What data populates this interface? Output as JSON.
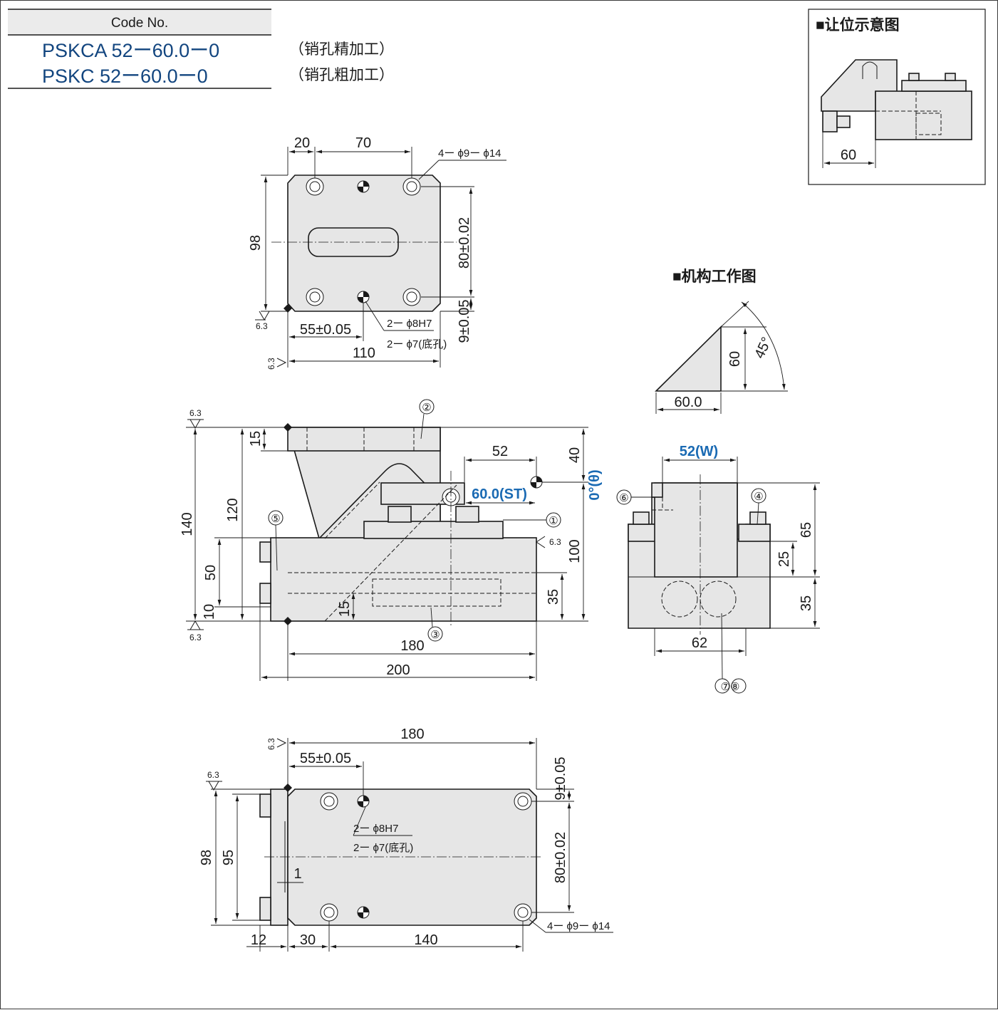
{
  "header": {
    "code_label": "Code No.",
    "codes": [
      {
        "code": "PSKCA 52ー60.0ー0",
        "note": "（销孔精加工）"
      },
      {
        "code": "PSKC 52ー60.0ー0",
        "note": "（销孔粗加工）"
      }
    ]
  },
  "inset": {
    "title": "■让位示意图",
    "dim": "60"
  },
  "mechanism": {
    "title": "■机构工作图",
    "angle": "45°",
    "height": "60",
    "base": "60.0"
  },
  "top_view": {
    "d20": "20",
    "d70": "70",
    "holes": "4ー ϕ9ー ϕ14",
    "d98": "98",
    "d80": "80±0.02",
    "d9": "9±0.05",
    "d55": "55±0.05",
    "d110": "110",
    "pin1": "2ー ϕ8H7",
    "pin2": "2ー ϕ7(底孔)",
    "rough": "6.3"
  },
  "front_view": {
    "d15": "15",
    "d52": "52",
    "d40": "40",
    "d120": "120",
    "d140": "140",
    "d50": "50",
    "d10": "10",
    "d15b": "15",
    "d35": "35",
    "d100": "100",
    "d180": "180",
    "d200": "200",
    "stroke": "60.0(ST)",
    "theta": "0°(θ)",
    "callouts": [
      "①",
      "②",
      "③",
      "⑤"
    ],
    "rough": "6.3"
  },
  "side_view": {
    "width": "52(W)",
    "d65": "65",
    "d25": "25",
    "d35": "35",
    "d62": "62",
    "callouts": [
      "⑥",
      "④",
      "⑦⑧"
    ]
  },
  "bottom_view": {
    "d180": "180",
    "d55": "55±0.05",
    "d9": "9±0.05",
    "d80": "80±0.02",
    "d98": "98",
    "d95": "95",
    "d1": "1",
    "d12": "12",
    "d30": "30",
    "d140": "140",
    "pin1": "2ー ϕ8H7",
    "pin2": "2ー ϕ7(底孔)",
    "holes": "4ー ϕ9ー ϕ14",
    "rough": "6.3"
  },
  "colors": {
    "accent": "#1a6ab3",
    "part_fill": "#e6e6e6",
    "line": "#1a1a1a",
    "header_fill": "#ebebeb"
  }
}
